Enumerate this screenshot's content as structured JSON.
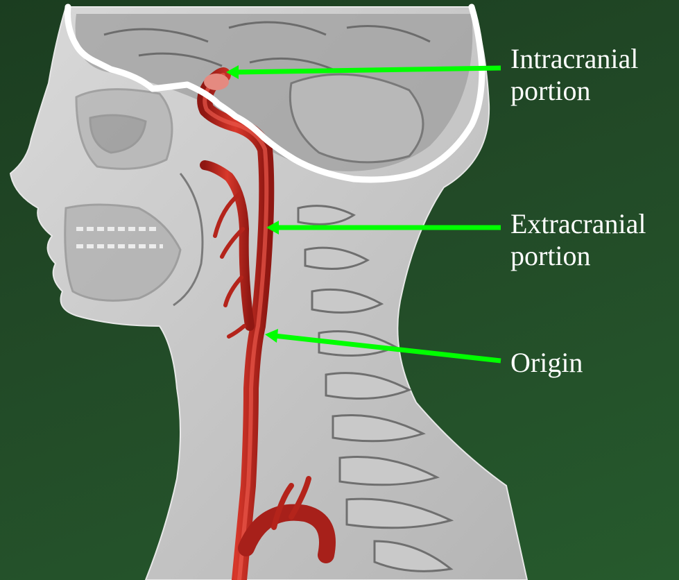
{
  "labels": {
    "intracranial": [
      "Intracranial",
      "portion"
    ],
    "extracranial": [
      "Extracranial",
      "portion"
    ],
    "origin": [
      "Origin"
    ]
  },
  "colors": {
    "background": "#224a27",
    "pointer": "#00ff00",
    "artery": "#c8281e",
    "outline": "#ffffff",
    "anatomy": "#bdbdbd"
  }
}
